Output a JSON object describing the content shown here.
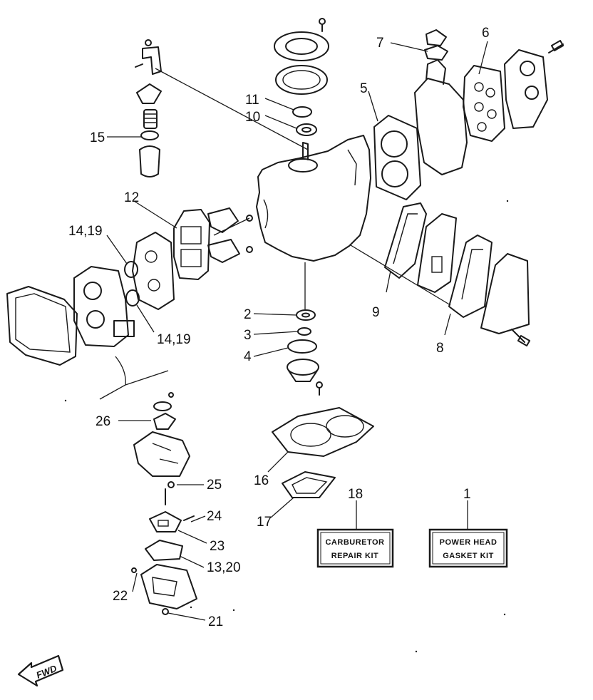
{
  "callouts": [
    {
      "id": "1",
      "label": "1"
    },
    {
      "id": "2",
      "label": "2"
    },
    {
      "id": "3",
      "label": "3"
    },
    {
      "id": "4",
      "label": "4"
    },
    {
      "id": "5",
      "label": "5"
    },
    {
      "id": "6",
      "label": "6"
    },
    {
      "id": "7",
      "label": "7"
    },
    {
      "id": "8",
      "label": "8"
    },
    {
      "id": "9",
      "label": "9"
    },
    {
      "id": "10",
      "label": "10"
    },
    {
      "id": "11",
      "label": "11"
    },
    {
      "id": "12",
      "label": "12"
    },
    {
      "id": "13_20",
      "label": "13,20"
    },
    {
      "id": "14_19_a",
      "label": "14,19"
    },
    {
      "id": "14_19_b",
      "label": "14,19"
    },
    {
      "id": "15",
      "label": "15"
    },
    {
      "id": "16",
      "label": "16"
    },
    {
      "id": "17",
      "label": "17"
    },
    {
      "id": "18",
      "label": "18"
    },
    {
      "id": "21",
      "label": "21"
    },
    {
      "id": "22",
      "label": "22"
    },
    {
      "id": "23",
      "label": "23"
    },
    {
      "id": "24",
      "label": "24"
    },
    {
      "id": "25",
      "label": "25"
    },
    {
      "id": "26",
      "label": "26"
    }
  ],
  "kits": {
    "carburetor": {
      "line1": "CARBURETOR",
      "line2": "REPAIR KIT"
    },
    "powerhead": {
      "line1": "POWER HEAD",
      "line2": "GASKET KIT"
    }
  },
  "direction_indicator": {
    "label": "FWD"
  },
  "colors": {
    "ink": "#1a1a1a",
    "paper": "#ffffff"
  }
}
